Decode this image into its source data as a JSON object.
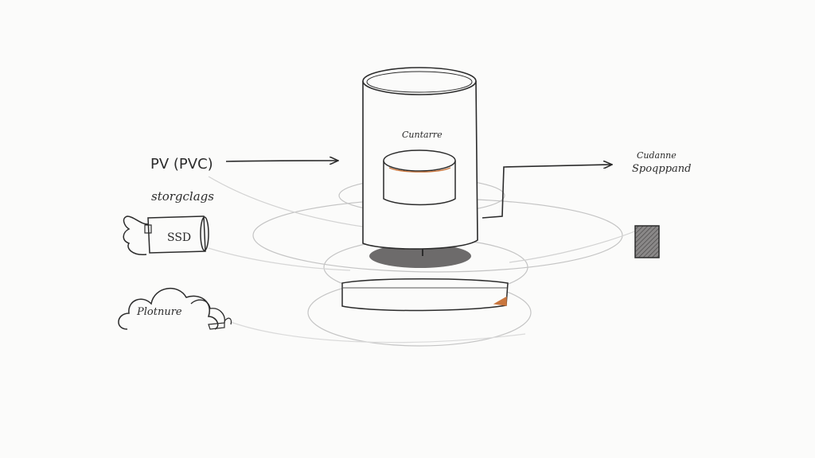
{
  "labels": {
    "pv_pvc": "PV (PVC)",
    "storage_class": "storgclags",
    "ssd": "SSD",
    "cloud": "Plotnure",
    "container": "Cuntarre",
    "output_line1": "Cudanne",
    "output_line2": "Spoqppand"
  },
  "colors": {
    "ink": "#2b2b2b",
    "pencil": "#bdbdbd",
    "shadow": "#6d6b6b",
    "accent": "#c9763e",
    "paper": "#fbfbfa"
  }
}
